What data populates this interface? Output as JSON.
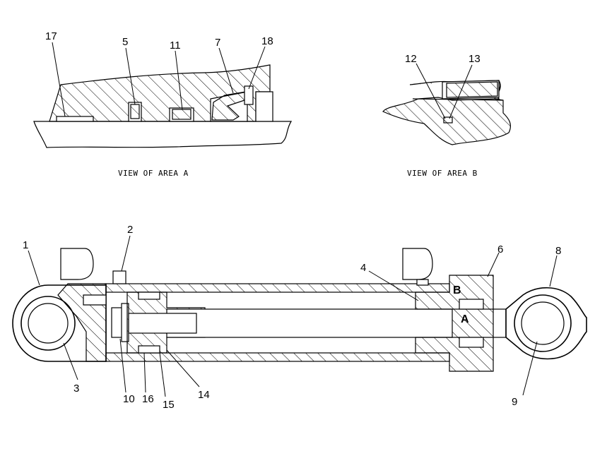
{
  "captions": {
    "view_a": "VIEW  OF  AREA  A",
    "view_b": "VIEW  OF  AREA  B"
  },
  "ports": {
    "a": "A",
    "b": "B"
  },
  "callouts": {
    "c1": "1",
    "c2": "2",
    "c3": "3",
    "c4": "4",
    "c5": "5",
    "c6": "6",
    "c7": "7",
    "c8": "8",
    "c9": "9",
    "c10": "10",
    "c11": "11",
    "c12": "12",
    "c13": "13",
    "c14": "14",
    "c15": "15",
    "c16": "16",
    "c17": "17",
    "c18": "18"
  }
}
